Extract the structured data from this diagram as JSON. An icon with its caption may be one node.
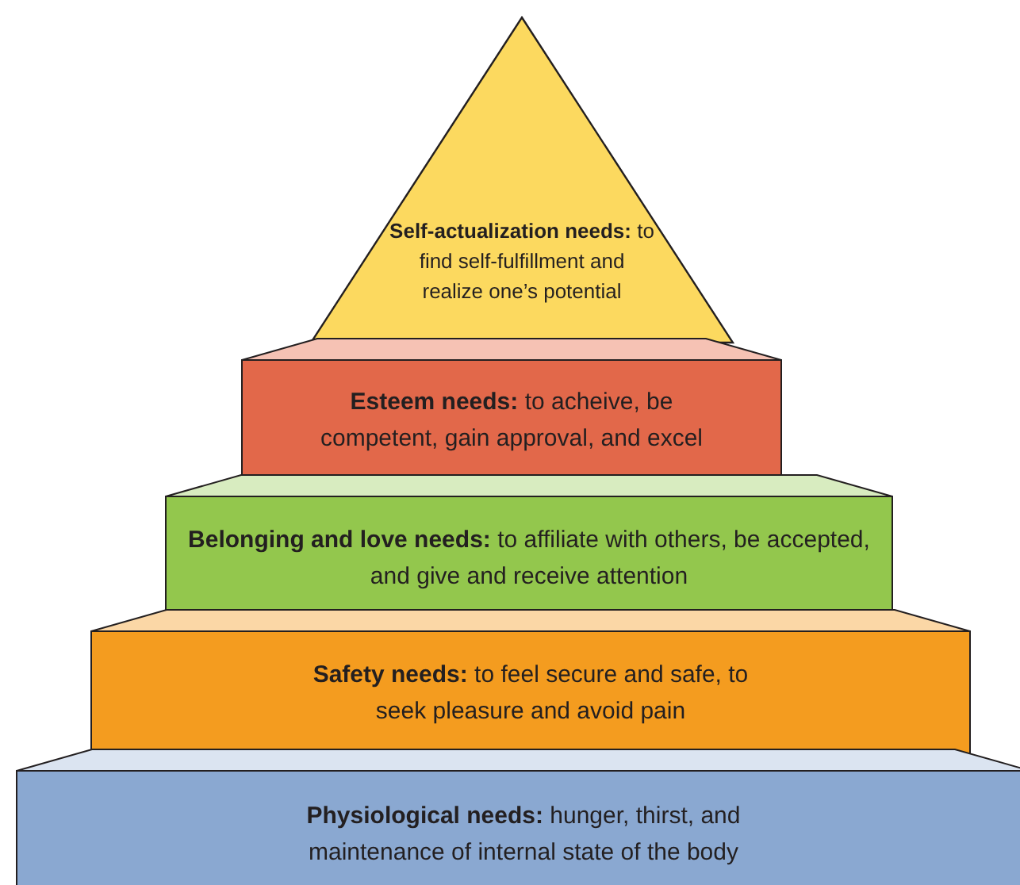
{
  "diagram": {
    "nodes": [
      {
        "text": [
          "**Self-actualization needs:** to find self-fulfillment and realize one’s potential"
        ]
      },
      {
        "text": [
          "**Esteem needs:** to acheive, be competent, gain approval, and excel"
        ]
      },
      {
        "text": [
          "**Belonging and love needs:** to affiliate with others, be accepted, and give and receive attention"
        ]
      },
      {
        "text": [
          "**Safety needs:** to feel secure and safe, to seek pleasure and avoid pain"
        ]
      },
      {
        "text": [
          "**Physiological needs:** hunger, thirst, and maintenance of internal state of the body"
        ]
      }
    ]
  }
}
